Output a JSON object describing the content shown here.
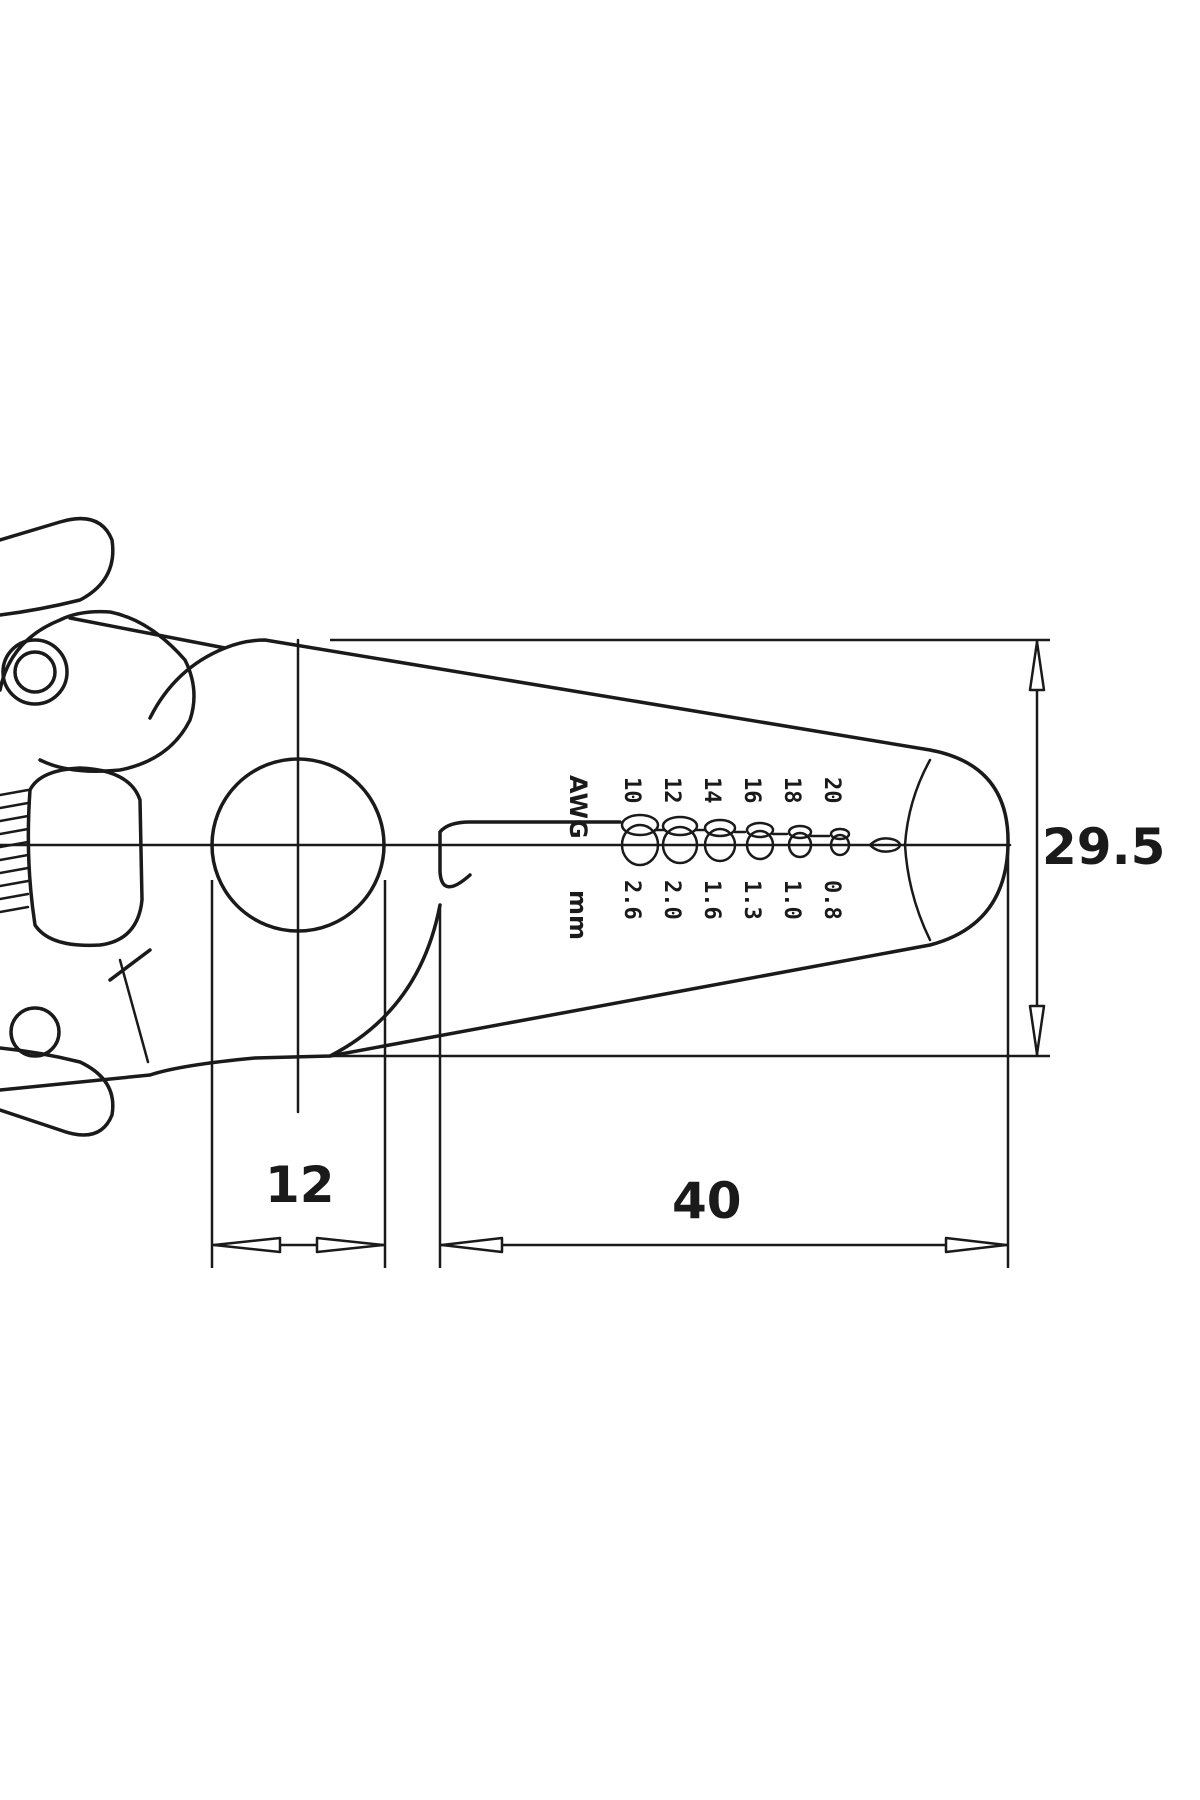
{
  "dimensions": {
    "blade_width": "29.5",
    "pivot_width": "12",
    "blade_length": "40"
  },
  "gauge": {
    "awg_heading": "AWG",
    "mm_heading": "mm",
    "awg_values": [
      "10",
      "12",
      "14",
      "16",
      "18",
      "20"
    ],
    "mm_values": [
      "2.6",
      "2.0",
      "1.6",
      "1.3",
      "1.0",
      "0.8"
    ]
  }
}
